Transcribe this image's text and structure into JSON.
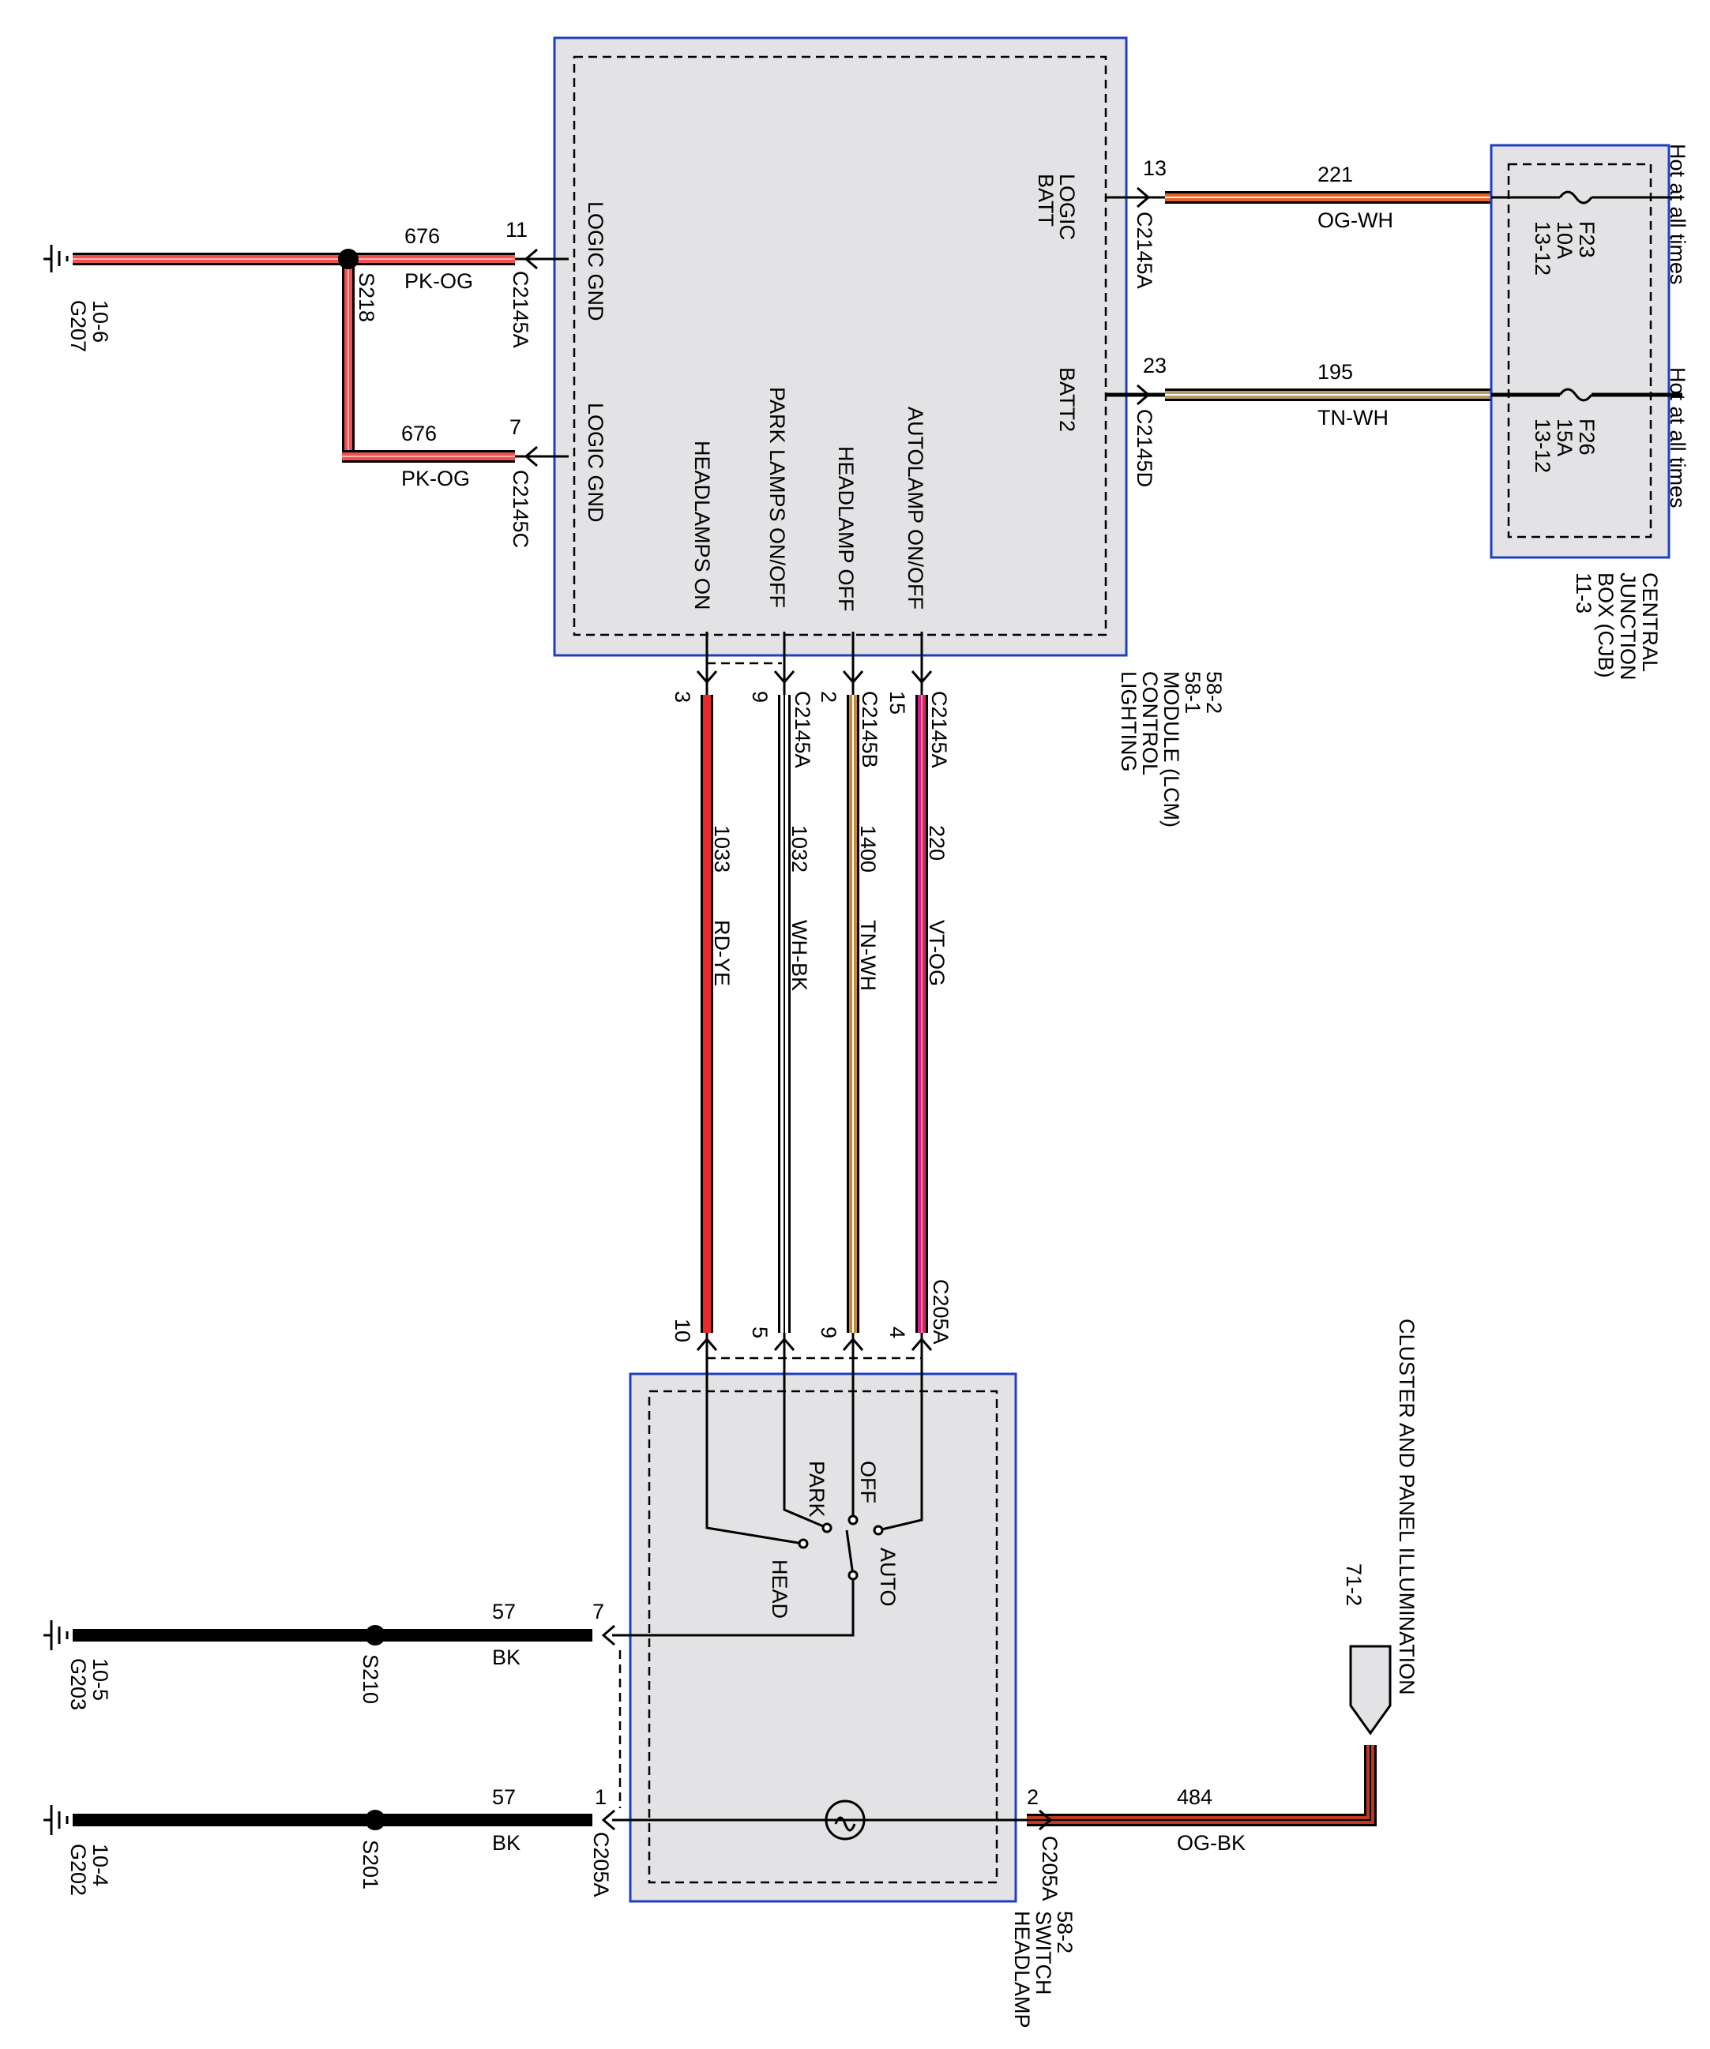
{
  "modules": {
    "lcm": {
      "label": [
        "LIGHTING",
        "CONTROL",
        "MODULE (LCM)",
        "58-1",
        "58-2"
      ]
    },
    "cjb": {
      "label": [
        "CENTRAL",
        "JUNCTION",
        "BOX (CJB)",
        "11-3"
      ]
    },
    "switch": {
      "label": [
        "HEADLAMP",
        "SWITCH",
        "58-2"
      ]
    }
  },
  "lcm_pins": [
    {
      "text": "LOGIC GND",
      "pin": "11",
      "connector": "C2145A"
    },
    {
      "text": "LOGIC GND",
      "pin": "7",
      "connector": "C2145C"
    },
    {
      "text": "HEADLAMPS ON",
      "pin": "3",
      "connector": ""
    },
    {
      "text": "PARK LAMPS ON/OFF",
      "pin": "9",
      "connector": "C2145A"
    },
    {
      "text": "HEADLAMP OFF",
      "pin": "2",
      "connector": "C2145B"
    },
    {
      "text": "AUTOLAMP ON/OFF",
      "pin": "15",
      "connector": "C2145A"
    },
    {
      "text": "LOGIC BATT",
      "pin": "13",
      "connector": "C2145A"
    },
    {
      "text": "BATT2",
      "pin": "23",
      "connector": "C2145D"
    }
  ],
  "fuses": [
    {
      "name": "F23",
      "rating": "10A",
      "ref": "13-12",
      "hot": "Hot at all times"
    },
    {
      "name": "F26",
      "rating": "15A",
      "ref": "13-12",
      "hot": "Hot at all times"
    }
  ],
  "wires": [
    {
      "circuit": "676",
      "color": "PK-OG"
    },
    {
      "circuit": "676",
      "color": "PK-OG"
    },
    {
      "circuit": "221",
      "color": "OG-WH"
    },
    {
      "circuit": "195",
      "color": "TN-WH"
    },
    {
      "circuit": "1033",
      "color": "RD-YE"
    },
    {
      "circuit": "1032",
      "color": "WH-BK"
    },
    {
      "circuit": "1400",
      "color": "TN-WH"
    },
    {
      "circuit": "220",
      "color": "VT-OG"
    },
    {
      "circuit": "57",
      "color": "BK"
    },
    {
      "circuit": "57",
      "color": "BK"
    },
    {
      "circuit": "484",
      "color": "OG-BK"
    }
  ],
  "grounds": [
    {
      "name": "G207",
      "ref": "10-6"
    },
    {
      "name": "G203",
      "ref": "10-5"
    },
    {
      "name": "G202",
      "ref": "10-4"
    }
  ],
  "splices": [
    "S218",
    "S210",
    "S201"
  ],
  "switch_pins": [
    {
      "pin": "10"
    },
    {
      "pin": "5"
    },
    {
      "pin": "9"
    },
    {
      "pin": "4",
      "connector": "C205A"
    },
    {
      "pin": "7"
    },
    {
      "pin": "1",
      "connector": "C205A"
    },
    {
      "pin": "2",
      "connector": "C205A"
    }
  ],
  "switch_positions": [
    "OFF",
    "PARK",
    "AUTO",
    "HEAD"
  ],
  "illumination": {
    "label": "CLUSTER AND PANEL ILLUMINATION",
    "ref": "71-2"
  },
  "wire_colors": {
    "pk_og": "#f05050",
    "og_wh": "#e8612a",
    "tn_wh": "#b89a6c",
    "rd_ye": "#e82a2a",
    "wh_bk": "#7a7a7a",
    "tn_wh2": "#c08a3a",
    "vt_og": "#d41f86",
    "bk": "#000000",
    "og_bk": "#c0381f"
  }
}
